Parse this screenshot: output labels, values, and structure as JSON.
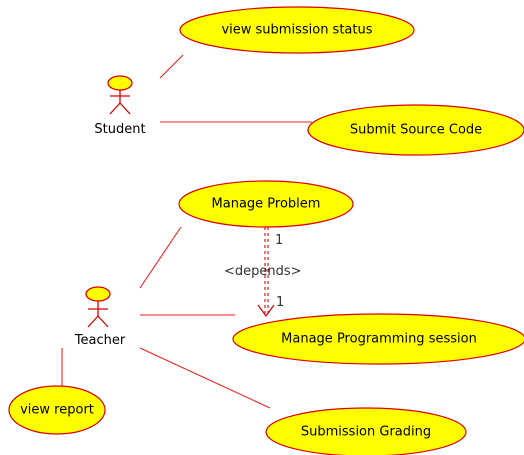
{
  "actors": {
    "student": "Student",
    "teacher": "Teacher"
  },
  "use_cases": {
    "view_submission_status": "view submission status",
    "submit_source_code": "Submit Source Code",
    "manage_problem": "Manage Problem",
    "manage_programming_session": "Manage Programming session",
    "view_report": "view report",
    "submission_grading": "Submission Grading"
  },
  "dependency": {
    "stereotype": "<depends>",
    "source_multiplicity": "1",
    "target_multiplicity": "1"
  },
  "colors": {
    "use_case_fill": "#ffff00",
    "stroke": "#dd0000"
  }
}
